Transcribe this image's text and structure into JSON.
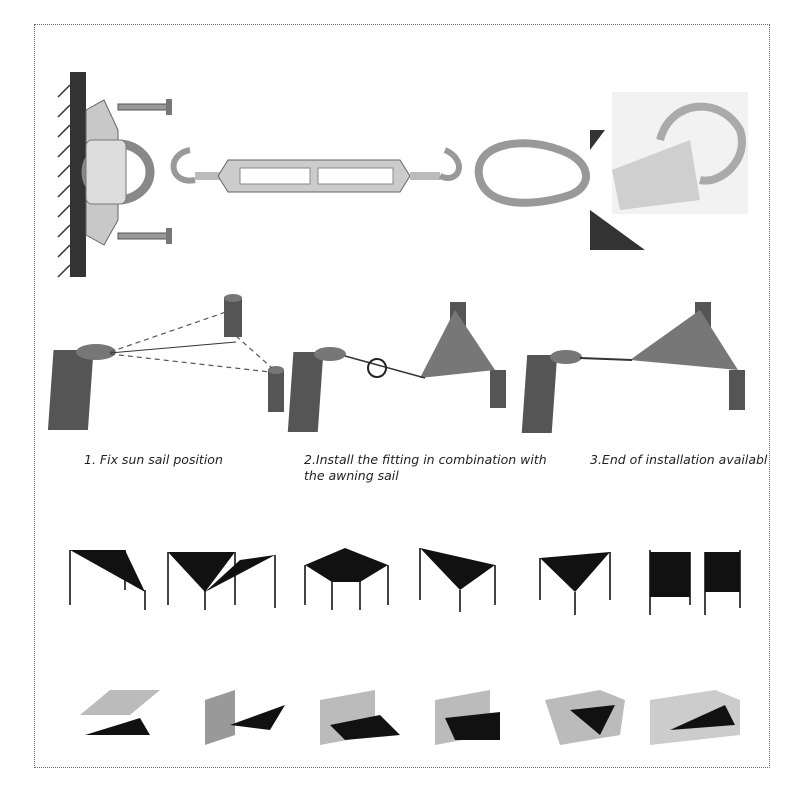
{
  "steps": [
    {
      "label": "1. Fix sun sail position"
    },
    {
      "label": "2.Install the fitting in combination with",
      "label_line2": "the awning sail"
    },
    {
      "label": "3.End of installation availabl"
    }
  ],
  "hardware": [
    "pad-eye",
    "screws",
    "turnbuckle",
    "snap-hook",
    "sail-corner-ring"
  ],
  "colors": {
    "sail_dark": "#111111",
    "post": "#555555",
    "metal": "#b8b8b8",
    "wall": "#333333"
  }
}
